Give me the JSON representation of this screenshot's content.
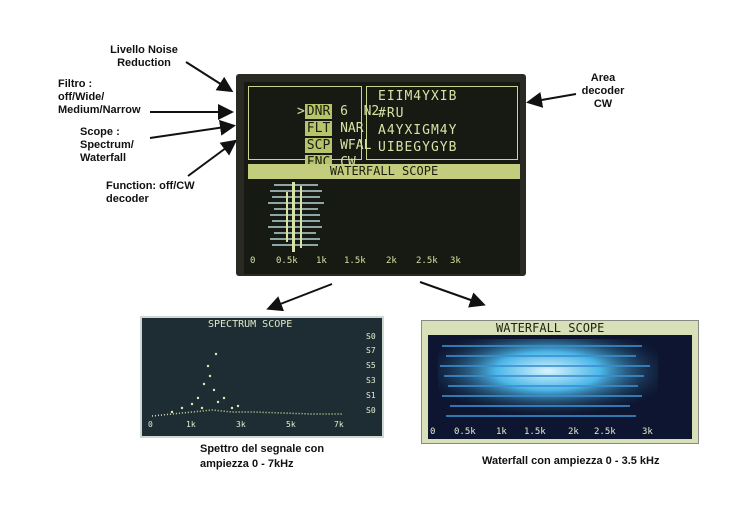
{
  "annotations": {
    "nr": "Livello Noise Reduction",
    "filtro": "Filtro : off/Wide/ Medium/Narrow",
    "scope": "Scope : Spectrum/ Waterfall",
    "function": "Function: off/CW decoder",
    "area": "Area decoder CW"
  },
  "display": {
    "rows": [
      {
        "tag": "DNR",
        "value": "6  N2",
        "decoded": "EIIM4YXIB",
        "prefix": ">"
      },
      {
        "tag": "FLT",
        "value": "NAR",
        "decoded": "#RU",
        "prefix": " "
      },
      {
        "tag": "SCP",
        "value": "WFAL",
        "decoded": "A4YXIGM4Y",
        "prefix": " "
      },
      {
        "tag": "FNC",
        "value": "CW",
        "decoded": "UIBEGYGYB",
        "prefix": " "
      }
    ],
    "scope_title": "WATERFALL SCOPE",
    "ticks": [
      "0",
      "0.5k",
      "1k",
      "1.5k",
      "2k",
      "2.5k",
      "3k"
    ]
  },
  "spectrum": {
    "title": "SPECTRUM SCOPE",
    "ticks": [
      "0",
      "1k",
      "3k",
      "5k",
      "7k"
    ],
    "levels": [
      "S0",
      "S7",
      "S5",
      "S3",
      "S1",
      "S0"
    ],
    "caption": "Spettro del segnale con ampiezza 0 - 7kHz"
  },
  "waterfall": {
    "title": "WATERFALL SCOPE",
    "ticks": [
      "0",
      "0.5k",
      "1k",
      "1.5k",
      "2k",
      "2.5k",
      "3k"
    ],
    "caption": "Waterfall con ampiezza 0 - 3.5 kHz"
  }
}
